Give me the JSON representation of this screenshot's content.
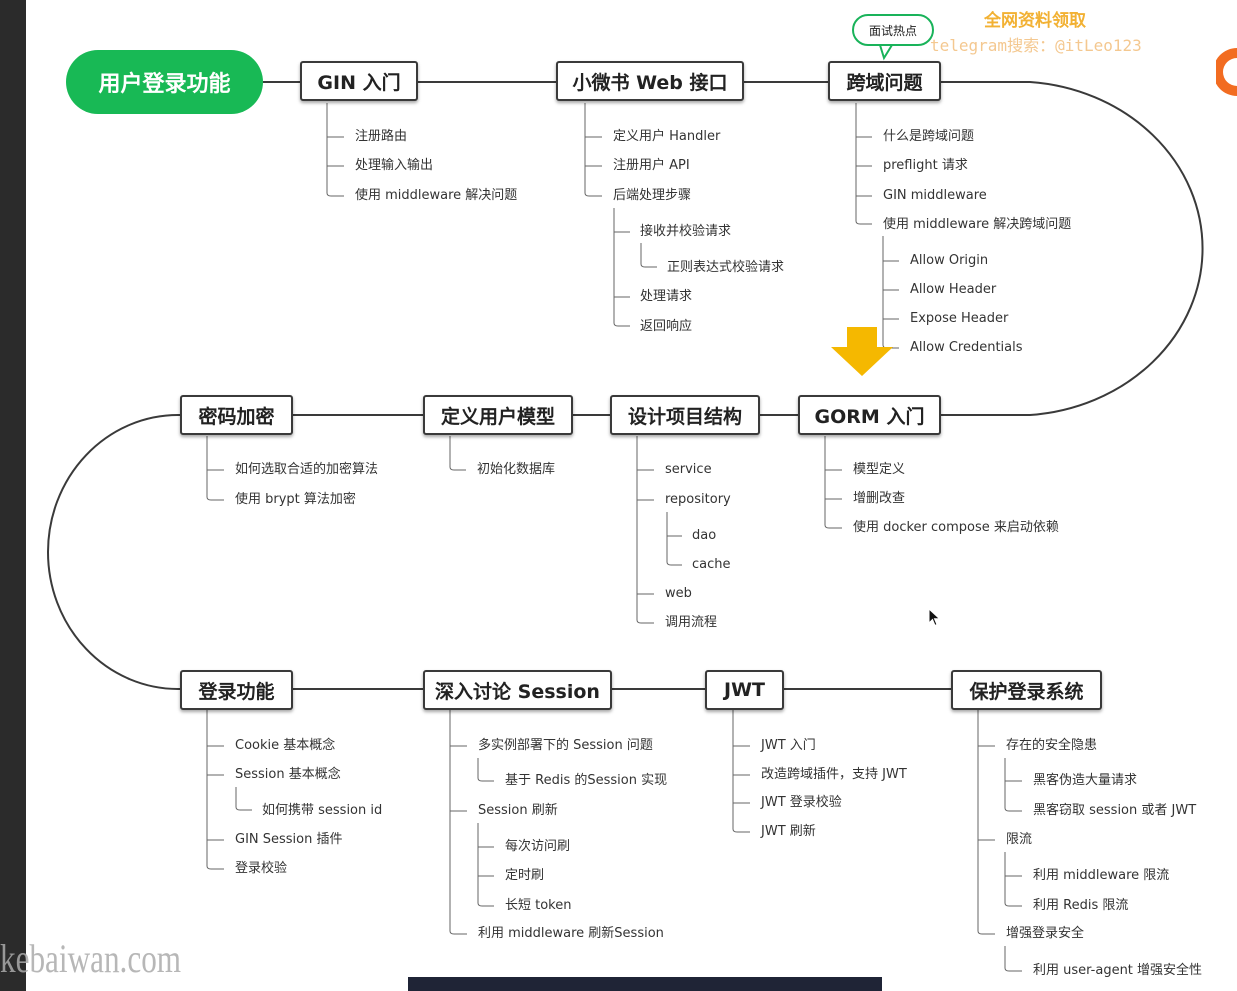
{
  "root": {
    "label": "用户登录功能"
  },
  "hot_label": "面试热点",
  "watermarks": {
    "top_title": "全网资料领取",
    "telegram": "telegram搜索：@itLeo123",
    "bottom": "kebaiwan.com"
  },
  "colors": {
    "root_green": "#18b955",
    "arrow_yellow": "#f5b800",
    "watermark_orange": "#f2b133"
  },
  "topics": {
    "gin": "GIN 入门",
    "xiaoweishu": "小微书 Web 接口",
    "cors": "跨域问题",
    "password": "密码加密",
    "user_model": "定义用户模型",
    "project_structure": "设计项目结构",
    "gorm": "GORM 入门",
    "login": "登录功能",
    "session": "深入讨论 Session",
    "jwt": "JWT",
    "protect": "保护登录系统"
  },
  "items": {
    "gin_1": "注册路由",
    "gin_2": "处理输入输出",
    "gin_3": "使用 middleware 解决问题",
    "web_1": "定义用户 Handler",
    "web_2": "注册用户 API",
    "web_3": "后端处理步骤",
    "web_3_1": "接收并校验请求",
    "web_3_1_1": "正则表达式校验请求",
    "web_3_2": "处理请求",
    "web_3_3": "返回响应",
    "cors_1": "什么是跨域问题",
    "cors_2": "preflight 请求",
    "cors_3": "GIN middleware",
    "cors_4": "使用 middleware 解决跨域问题",
    "cors_4_1": "Allow Origin",
    "cors_4_2": "Allow Header",
    "cors_4_3": "Expose Header",
    "cors_4_4": "Allow Credentials",
    "pwd_1": "如何选取合适的加密算法",
    "pwd_2": "使用 brypt 算法加密",
    "model_1": "初始化数据库",
    "struct_1": "service",
    "struct_2": "repository",
    "struct_2_1": "dao",
    "struct_2_2": "cache",
    "struct_3": "web",
    "struct_4": "调用流程",
    "gorm_1": "模型定义",
    "gorm_2": "增删改查",
    "gorm_3": "使用 docker compose 来启动依赖",
    "login_1": "Cookie 基本概念",
    "login_2": "Session 基本概念",
    "login_2_1": "如何携带 session id",
    "login_3": "GIN Session 插件",
    "login_4": "登录校验",
    "sess_1": "多实例部署下的 Session 问题",
    "sess_1_1": "基于 Redis 的Session 实现",
    "sess_2": "Session 刷新",
    "sess_2_1": "每次访问刷",
    "sess_2_2": "定时刷",
    "sess_2_3": "长短 token",
    "sess_3": "利用 middleware 刷新Session",
    "jwt_1": "JWT 入门",
    "jwt_2": "改造跨域插件，支持 JWT",
    "jwt_3": "JWT 登录校验",
    "jwt_4": "JWT 刷新",
    "prot_1": "存在的安全隐患",
    "prot_1_1": "黑客伪造大量请求",
    "prot_1_2": "黑客窃取 session 或者 JWT",
    "prot_2": "限流",
    "prot_2_1": "利用 middleware 限流",
    "prot_2_2": "利用 Redis 限流",
    "prot_3": "增强登录安全",
    "prot_3_1": "利用 user-agent 增强安全性"
  }
}
